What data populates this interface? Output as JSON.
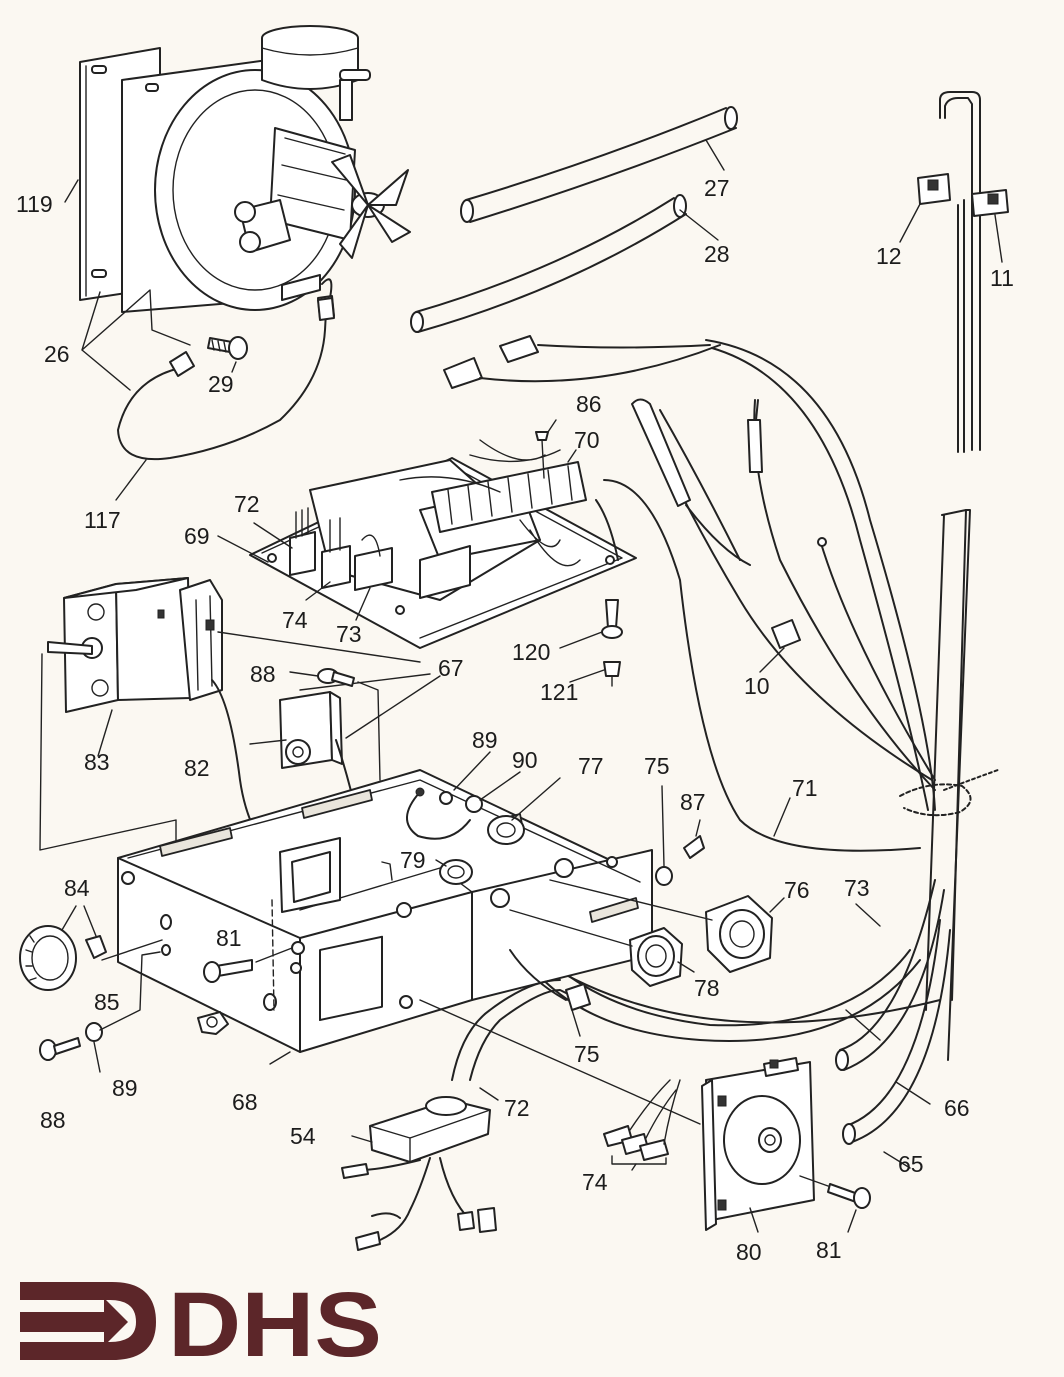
{
  "part_numbers": [
    "119",
    "26",
    "29",
    "117",
    "27",
    "28",
    "12",
    "11",
    "86",
    "70",
    "72",
    "69",
    "74",
    "73",
    "120",
    "121",
    "10",
    "67",
    "88",
    "83",
    "82",
    "89",
    "90",
    "77",
    "75",
    "87",
    "71",
    "79",
    "76",
    "84",
    "85",
    "81",
    "78",
    "88",
    "89",
    "68",
    "72",
    "75",
    "54",
    "74",
    "80",
    "81",
    "73",
    "66",
    "65"
  ],
  "logo": {
    "text": "DHS",
    "color": "#5c2629"
  }
}
